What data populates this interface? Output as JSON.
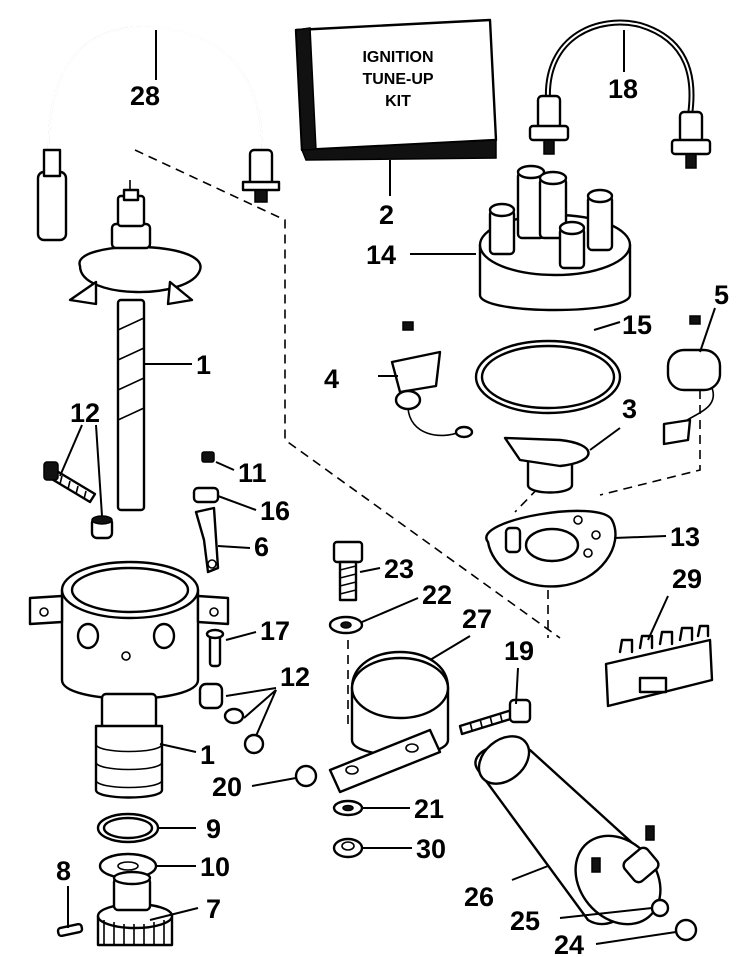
{
  "diagram": {
    "kit_box": {
      "lines": [
        "IGNITION",
        "TUNE-UP",
        "KIT"
      ]
    },
    "callouts": {
      "c1a": "1",
      "c1b": "1",
      "c2": "2",
      "c3": "3",
      "c4": "4",
      "c5": "5",
      "c6": "6",
      "c7": "7",
      "c8": "8",
      "c9": "9",
      "c10": "10",
      "c11": "11",
      "c12a": "12",
      "c12b": "12",
      "c13": "13",
      "c14": "14",
      "c15": "15",
      "c16": "16",
      "c17": "17",
      "c18": "18",
      "c19": "19",
      "c20": "20",
      "c21": "21",
      "c22": "22",
      "c23": "23",
      "c24": "24",
      "c25": "25",
      "c26": "26",
      "c27": "27",
      "c28": "28",
      "c29": "29",
      "c30": "30"
    }
  }
}
